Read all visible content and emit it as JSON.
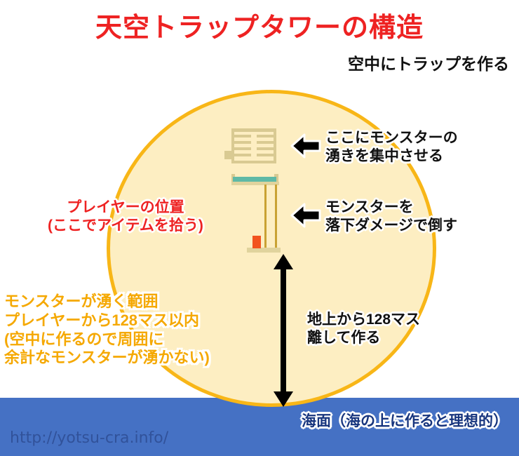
{
  "header": {
    "title": "天空トラップタワーの構造",
    "subtitle": "空中にトラップを作る",
    "title_color": "#ee2222",
    "subtitle_color": "#111111"
  },
  "diagram": {
    "spawn_circle": {
      "fill_color": "#fdeec2",
      "border_color": "#f8b617",
      "meaning": "モンスターが湧く範囲"
    },
    "structure": {
      "spawn_platform_color": "#d9ca92",
      "water_channel_color": "#5fb9a6",
      "drop_shaft_color": "#c9a233",
      "player_block_color": "#f2531e"
    },
    "arrows": {
      "spawn_focus_arrow": "left-arrow",
      "fall_damage_arrow": "left-arrow",
      "height_arrow": "double-headed-vertical-arrow"
    }
  },
  "annotations": {
    "spawn_focus": "ここにモンスターの\n湧きを集中させる",
    "fall_damage": "モンスターを\n落下ダメージで倒す",
    "player_position": "プレイヤーの位置\n(ここでアイテムを拾う)",
    "spawn_range": "モンスターが湧く範囲\nプレイヤーから128マス以内\n(空中に作るので周囲に\n 余計なモンスターが湧かない)",
    "height_note": "地上から128マス\n離して作る"
  },
  "sea": {
    "label": "海面（海の上に作ると理想的）",
    "band_color": "#4571c4",
    "label_color": "#17357e"
  },
  "watermark": {
    "url": "http://yotsu-cra.info/"
  }
}
